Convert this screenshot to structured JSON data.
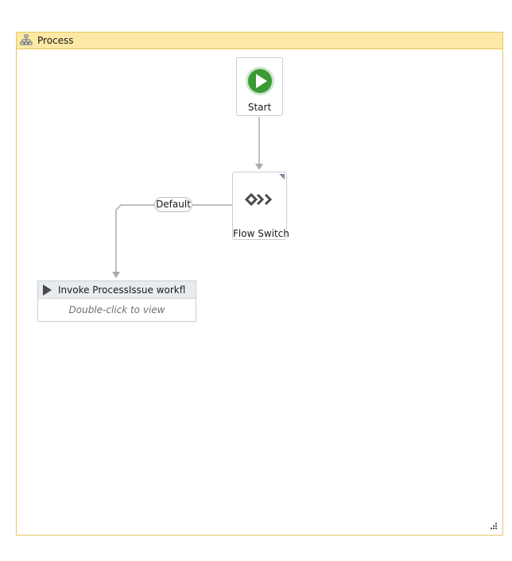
{
  "process": {
    "title": "Process",
    "icon": "flowchart-icon"
  },
  "nodes": {
    "start": {
      "label": "Start",
      "icon": "play-circle-icon",
      "color": "#3a9a35"
    },
    "flow_switch": {
      "label": "Flow Switch",
      "icon": "flow-switch-icon"
    },
    "invoke": {
      "title": "Invoke ProcessIssue workfl",
      "hint": "Double-click to view",
      "icon": "play-icon"
    }
  },
  "connectors": {
    "default_case_label": "Default"
  },
  "colors": {
    "container_border": "#e8c862",
    "container_header": "#fde8a5",
    "connector": "#a8acb2",
    "start_green": "#3a9a35"
  }
}
